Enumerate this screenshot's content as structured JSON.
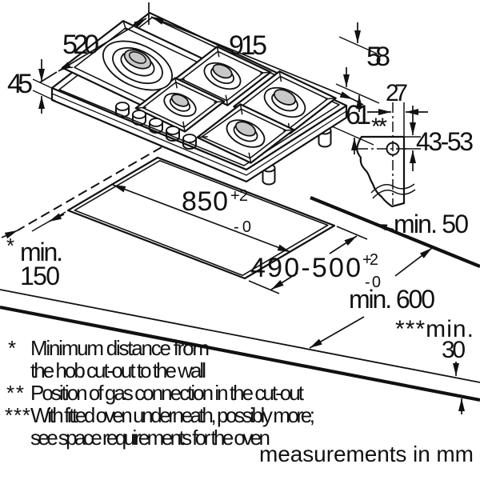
{
  "diagram": {
    "hob": {
      "width": "915",
      "depth": "520",
      "height_above": "45",
      "rim_depth": "58",
      "body_depth": "61"
    },
    "gas_detail": {
      "offset_x": "27",
      "marker": "**",
      "offset_y": "43-53"
    },
    "cutout": {
      "width": "850",
      "width_tol_plus": "+2",
      "width_tol_minus": "-0",
      "depth": "490-500",
      "depth_tol_plus": "+2",
      "depth_tol_minus": "-0"
    },
    "clearances": {
      "rear": "min. 50",
      "worktop_depth": "min. 600",
      "side_marker": "*",
      "side_min": "min.",
      "side_value": "150",
      "thickness_marker": "***min.",
      "thickness_value": "30"
    },
    "footnotes": [
      {
        "marker": "*",
        "lines": [
          "Minimum distance from",
          "the hob cut-out to the wall"
        ]
      },
      {
        "marker": "**",
        "lines": [
          "Position of gas connection in the cut-out"
        ]
      },
      {
        "marker": "***",
        "lines": [
          "With fitted oven underneath, possibly more;",
          "see space requirements for the oven"
        ]
      }
    ],
    "footer": "measurements in mm",
    "colors": {
      "line": "#111111",
      "burner_cap": "#c8c8c8",
      "background": "#ffffff"
    }
  }
}
